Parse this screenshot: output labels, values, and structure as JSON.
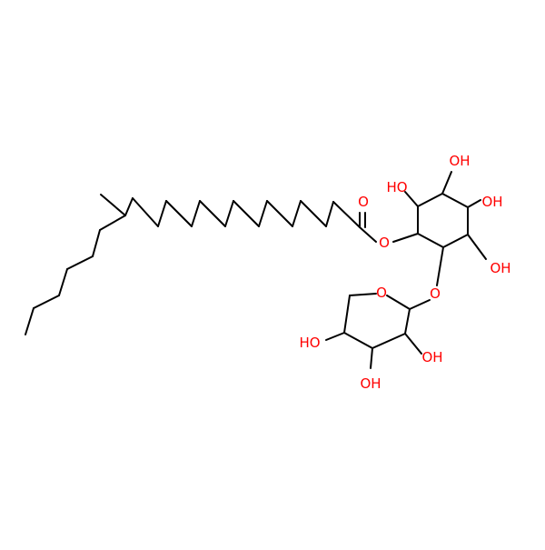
{
  "colors": {
    "bond": "#000000",
    "oxygen": "#ff0000",
    "background": "#ffffff"
  },
  "atom_labels": {
    "ester_carbonyl_o": "O",
    "ester_o": "O",
    "glycosidic_o": "O",
    "ring_o": "O",
    "oh_top_left": "HO",
    "oh_top": "OH",
    "oh_right": "OH",
    "oh_lower_right": "OH",
    "oh_xyl_left": "HO",
    "oh_xyl_right": "OH",
    "oh_xyl_bottom": "OH"
  }
}
